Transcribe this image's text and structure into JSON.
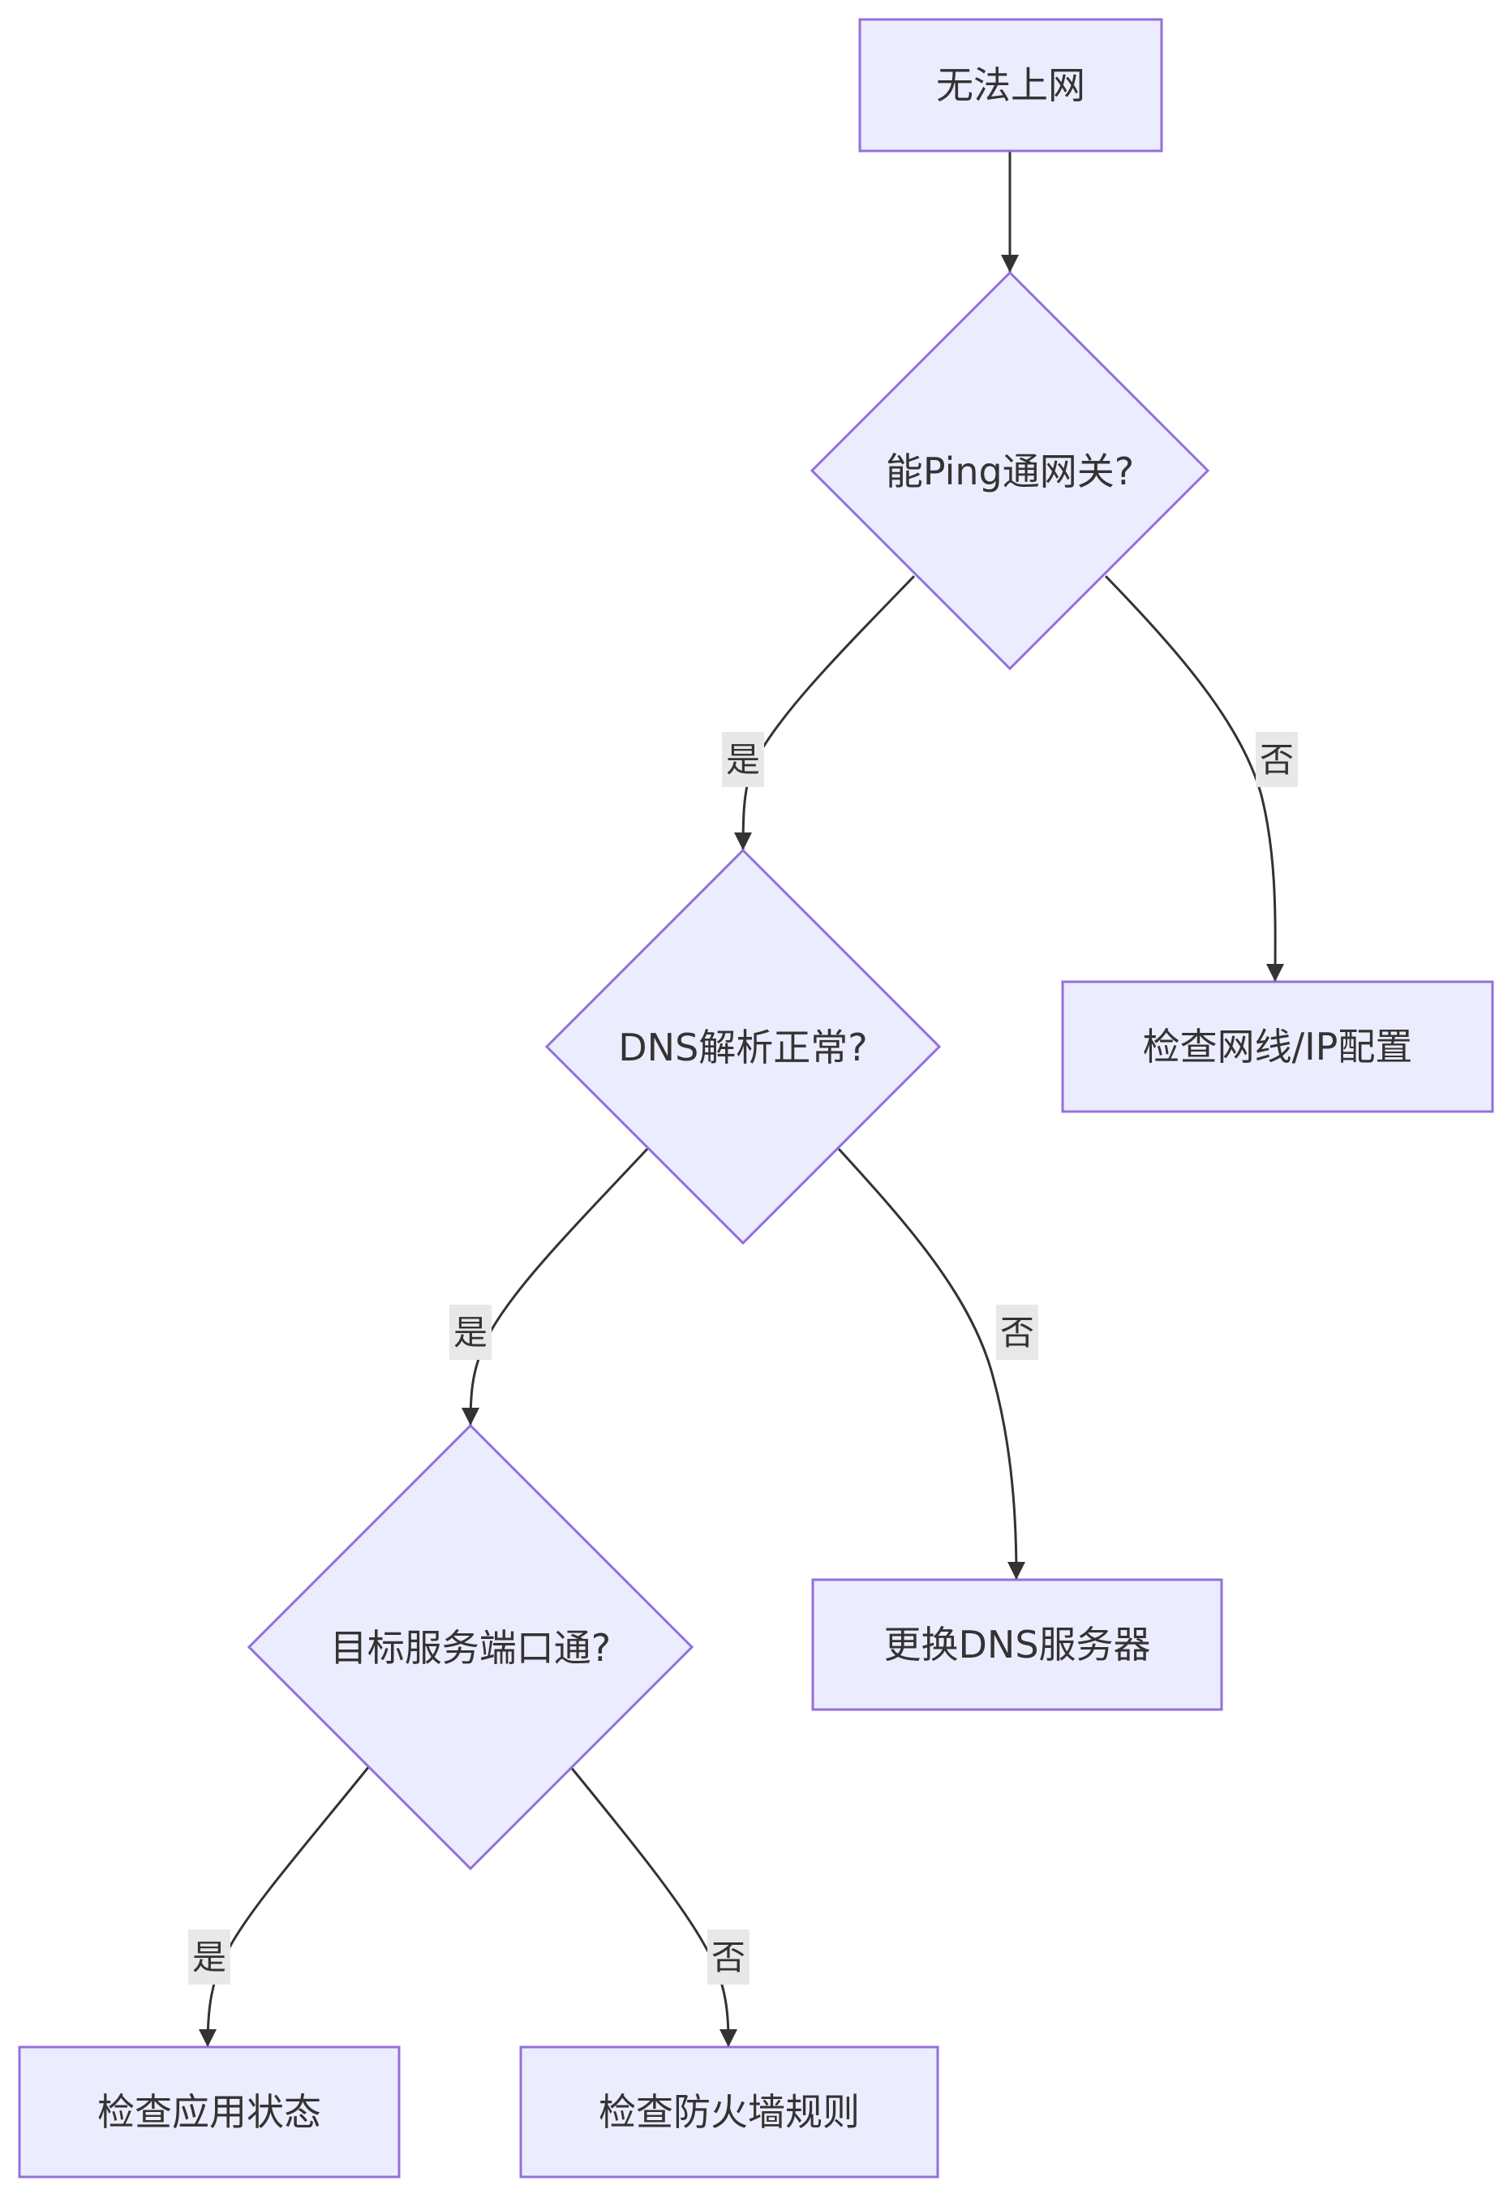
{
  "diagram": {
    "nodes": {
      "start": {
        "label": "无法上网"
      },
      "ping_gateway": {
        "label": "能Ping通网关?"
      },
      "check_cable_ip": {
        "label": "检查网线/IP配置"
      },
      "dns_ok": {
        "label": "DNS解析正常?"
      },
      "change_dns": {
        "label": "更换DNS服务器"
      },
      "port_open": {
        "label": "目标服务端口通?"
      },
      "check_app": {
        "label": "检查应用状态"
      },
      "check_firewall": {
        "label": "检查防火墙规则"
      }
    },
    "edges": {
      "ping_yes": {
        "label": "是"
      },
      "ping_no": {
        "label": "否"
      },
      "dns_yes": {
        "label": "是"
      },
      "dns_no": {
        "label": "否"
      },
      "port_yes": {
        "label": "是"
      },
      "port_no": {
        "label": "否"
      }
    }
  }
}
